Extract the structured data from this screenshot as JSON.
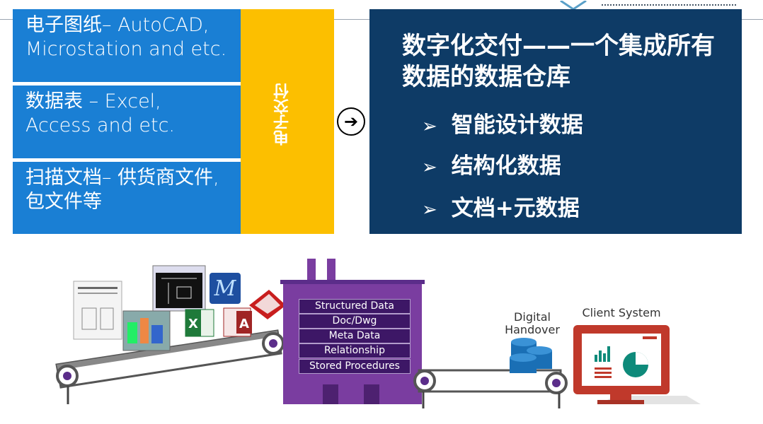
{
  "boxes": [
    {
      "text": "电子图纸– AutoCAD, Microstation and etc."
    },
    {
      "text": "数据表 – Excel, Access and etc."
    },
    {
      "text": "扫描文档– 供货商文件, 包文件等"
    }
  ],
  "yellow_label": "电子交付",
  "navy": {
    "title": "数字化交付——一个集成所有数据的数据仓库",
    "bullets": [
      "智能设计数据",
      "结构化数据",
      "文档+元数据"
    ]
  },
  "arrow_symbol": "➔",
  "bullet_symbol": "➢",
  "factory_labels": [
    "Structured Data",
    "Doc/Dwg",
    "Meta Data",
    "Relationship",
    "Stored Procedures"
  ],
  "digital_handover": [
    "Digital",
    "Handover"
  ],
  "client_system": "Client System",
  "colors": {
    "blue": "#1a7fd4",
    "yellow": "#fcbf00",
    "navy": "#0e3b66",
    "purple": "#7a3da0",
    "red": "#c0392b"
  }
}
